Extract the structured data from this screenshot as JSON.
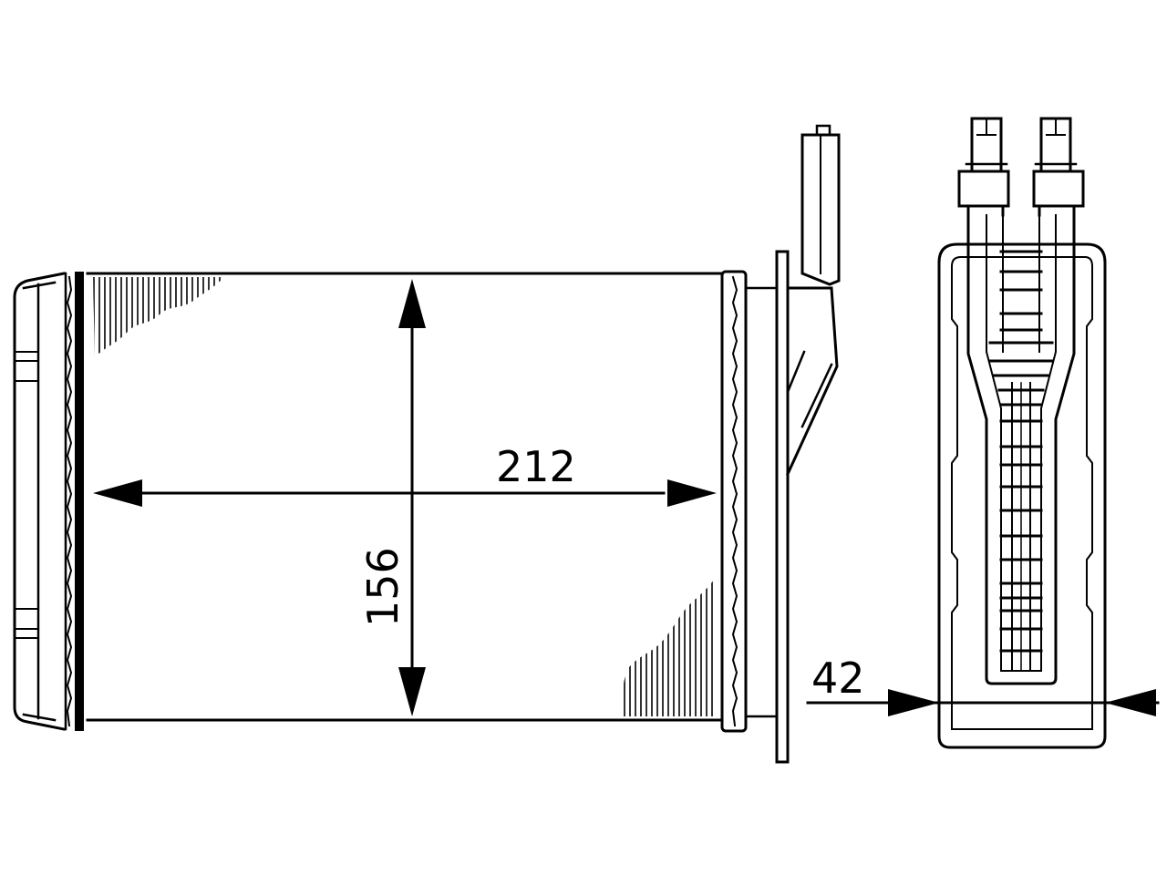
{
  "dimensions": {
    "width": "212",
    "height": "156",
    "depth": "42"
  },
  "colors": {
    "line": "#000000",
    "background": "#ffffff"
  }
}
